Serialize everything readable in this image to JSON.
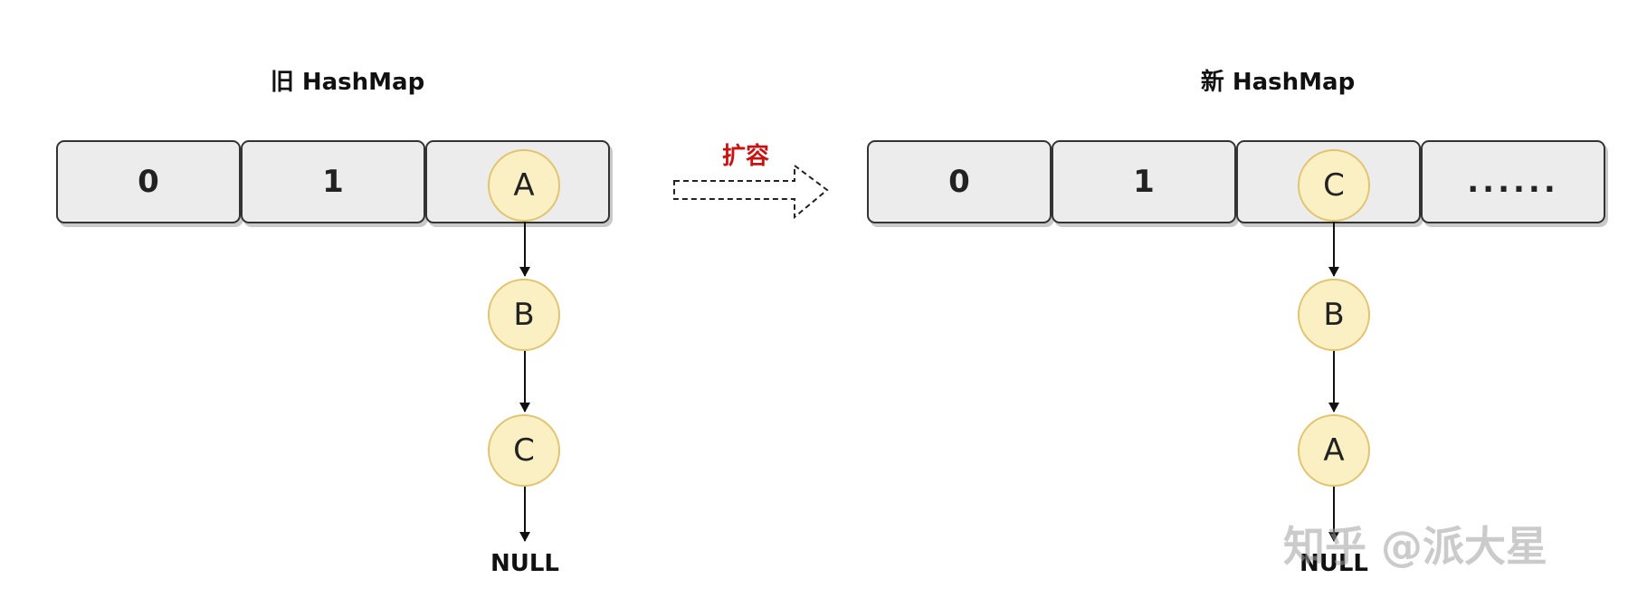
{
  "old_map": {
    "title": "旧 HashMap",
    "buckets": [
      "0",
      "1",
      ""
    ],
    "chain": [
      "A",
      "B",
      "C"
    ],
    "terminator": "NULL"
  },
  "arrow": {
    "label": "扩容"
  },
  "new_map": {
    "title": "新 HashMap",
    "buckets": [
      "0",
      "1",
      "",
      "......"
    ],
    "chain": [
      "C",
      "B",
      "A"
    ],
    "terminator": "NULL"
  },
  "watermark": "知乎 @派大星",
  "colors": {
    "node_fill": "#fbf0c4",
    "node_border": "#e2c46e",
    "cell_fill": "#ececec",
    "arrow_label": "#cc1111"
  }
}
